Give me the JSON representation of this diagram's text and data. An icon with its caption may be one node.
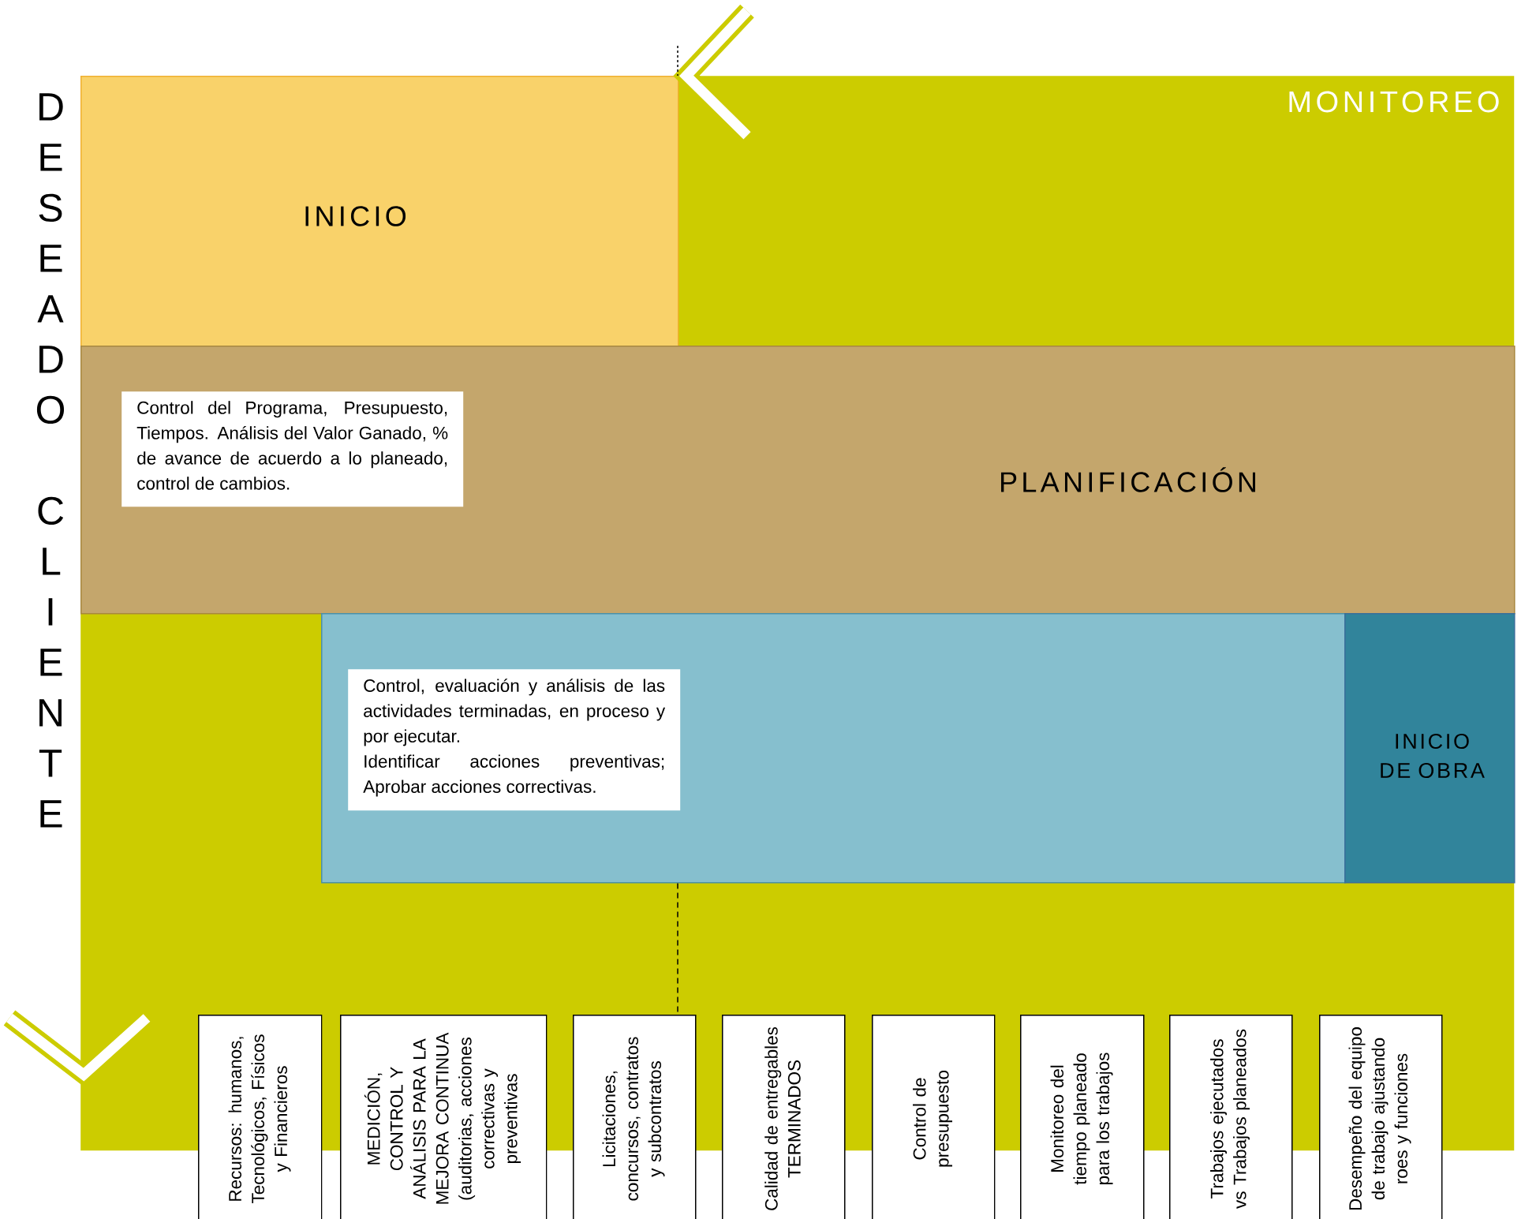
{
  "diagram": {
    "nodes": [
      {
        "text": [
          "MONITOREO"
        ]
      },
      {
        "text": [
          "INICIO"
        ],
        "in": 0
      },
      {
        "text": [
          "PLANIFICACIÓN"
        ],
        "in": 0
      },
      {
        "text": [
          "Control del Programa, Presupuesto, Tiempos. Análisis del Valor Ganado, % de avance de acuerdo a lo planeado, control de cambios."
        ],
        "in": 2
      },
      {
        "text": [],
        "shape": "box",
        "in": 0
      },
      {
        "text": [
          "Control, evaluación y análisis de las actividades terminadas, en proceso y por ejecutar.",
          "Identificar acciones preventivas; Aprobar acciones correctivas."
        ],
        "in": 4
      },
      {
        "text": [
          "INICIO DE OBRA"
        ],
        "in": 0
      },
      {
        "text": [
          "Recursos: humanos, Tecnológicos, Físicos y Financieros"
        ]
      },
      {
        "text": [
          "MEDICIÓN, CONTROL Y ANÁLISIS PARA LA MEJORA CONTINUA (auditorias, acciones correctivas y preventivas"
        ]
      },
      {
        "text": [
          "Licitaciones, concursos, contratos y subcontratos"
        ]
      },
      {
        "text": [
          "Calidad de entregables TERMINADOS"
        ]
      },
      {
        "text": [
          "Control de presupuesto"
        ]
      },
      {
        "text": [
          "Monitoreo del tiempo planeado para los trabajos"
        ]
      },
      {
        "text": [
          "Trabajos ejecutados vs Trabajos planeados"
        ]
      },
      {
        "text": [
          "Desempeño del equipo de trabajo ajustando roes y funciones"
        ]
      }
    ],
    "edges": [
      {
        "from": 4,
        "to": 9,
        "arrow": "none",
        "style": "dashed"
      }
    ],
    "labels": [
      "DESEADO CLIENTE"
    ]
  }
}
